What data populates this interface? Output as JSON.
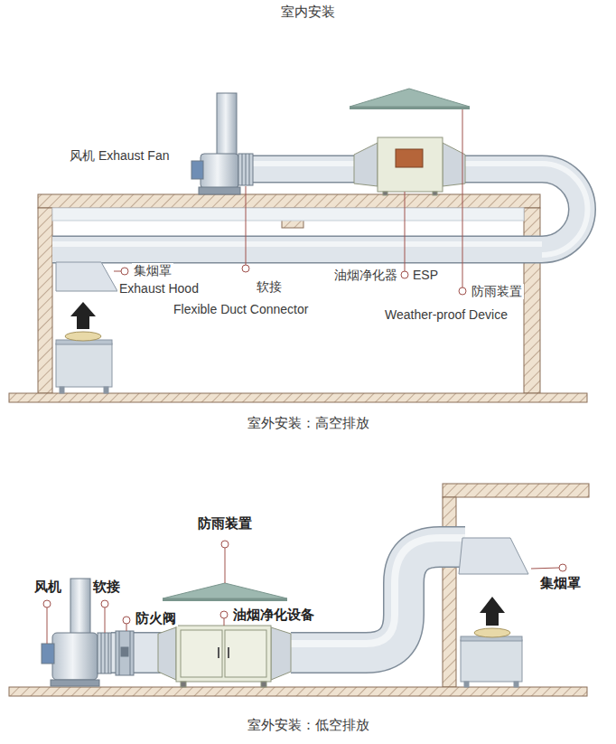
{
  "diagram": {
    "title": "室内安装",
    "labels": [
      "风机 Exhaust Fan",
      "集烟罩",
      "Exhaust Hood",
      "软接",
      "Flexible Duct Connector",
      "油烟净化器",
      "ESP",
      "防雨装置",
      "Weather-proof Device",
      "室外安装：高空排放",
      "防雨装置",
      "风机",
      "软接",
      "防火阀",
      "油烟净化设备",
      "集烟罩",
      "室外安装：低空排放"
    ]
  }
}
